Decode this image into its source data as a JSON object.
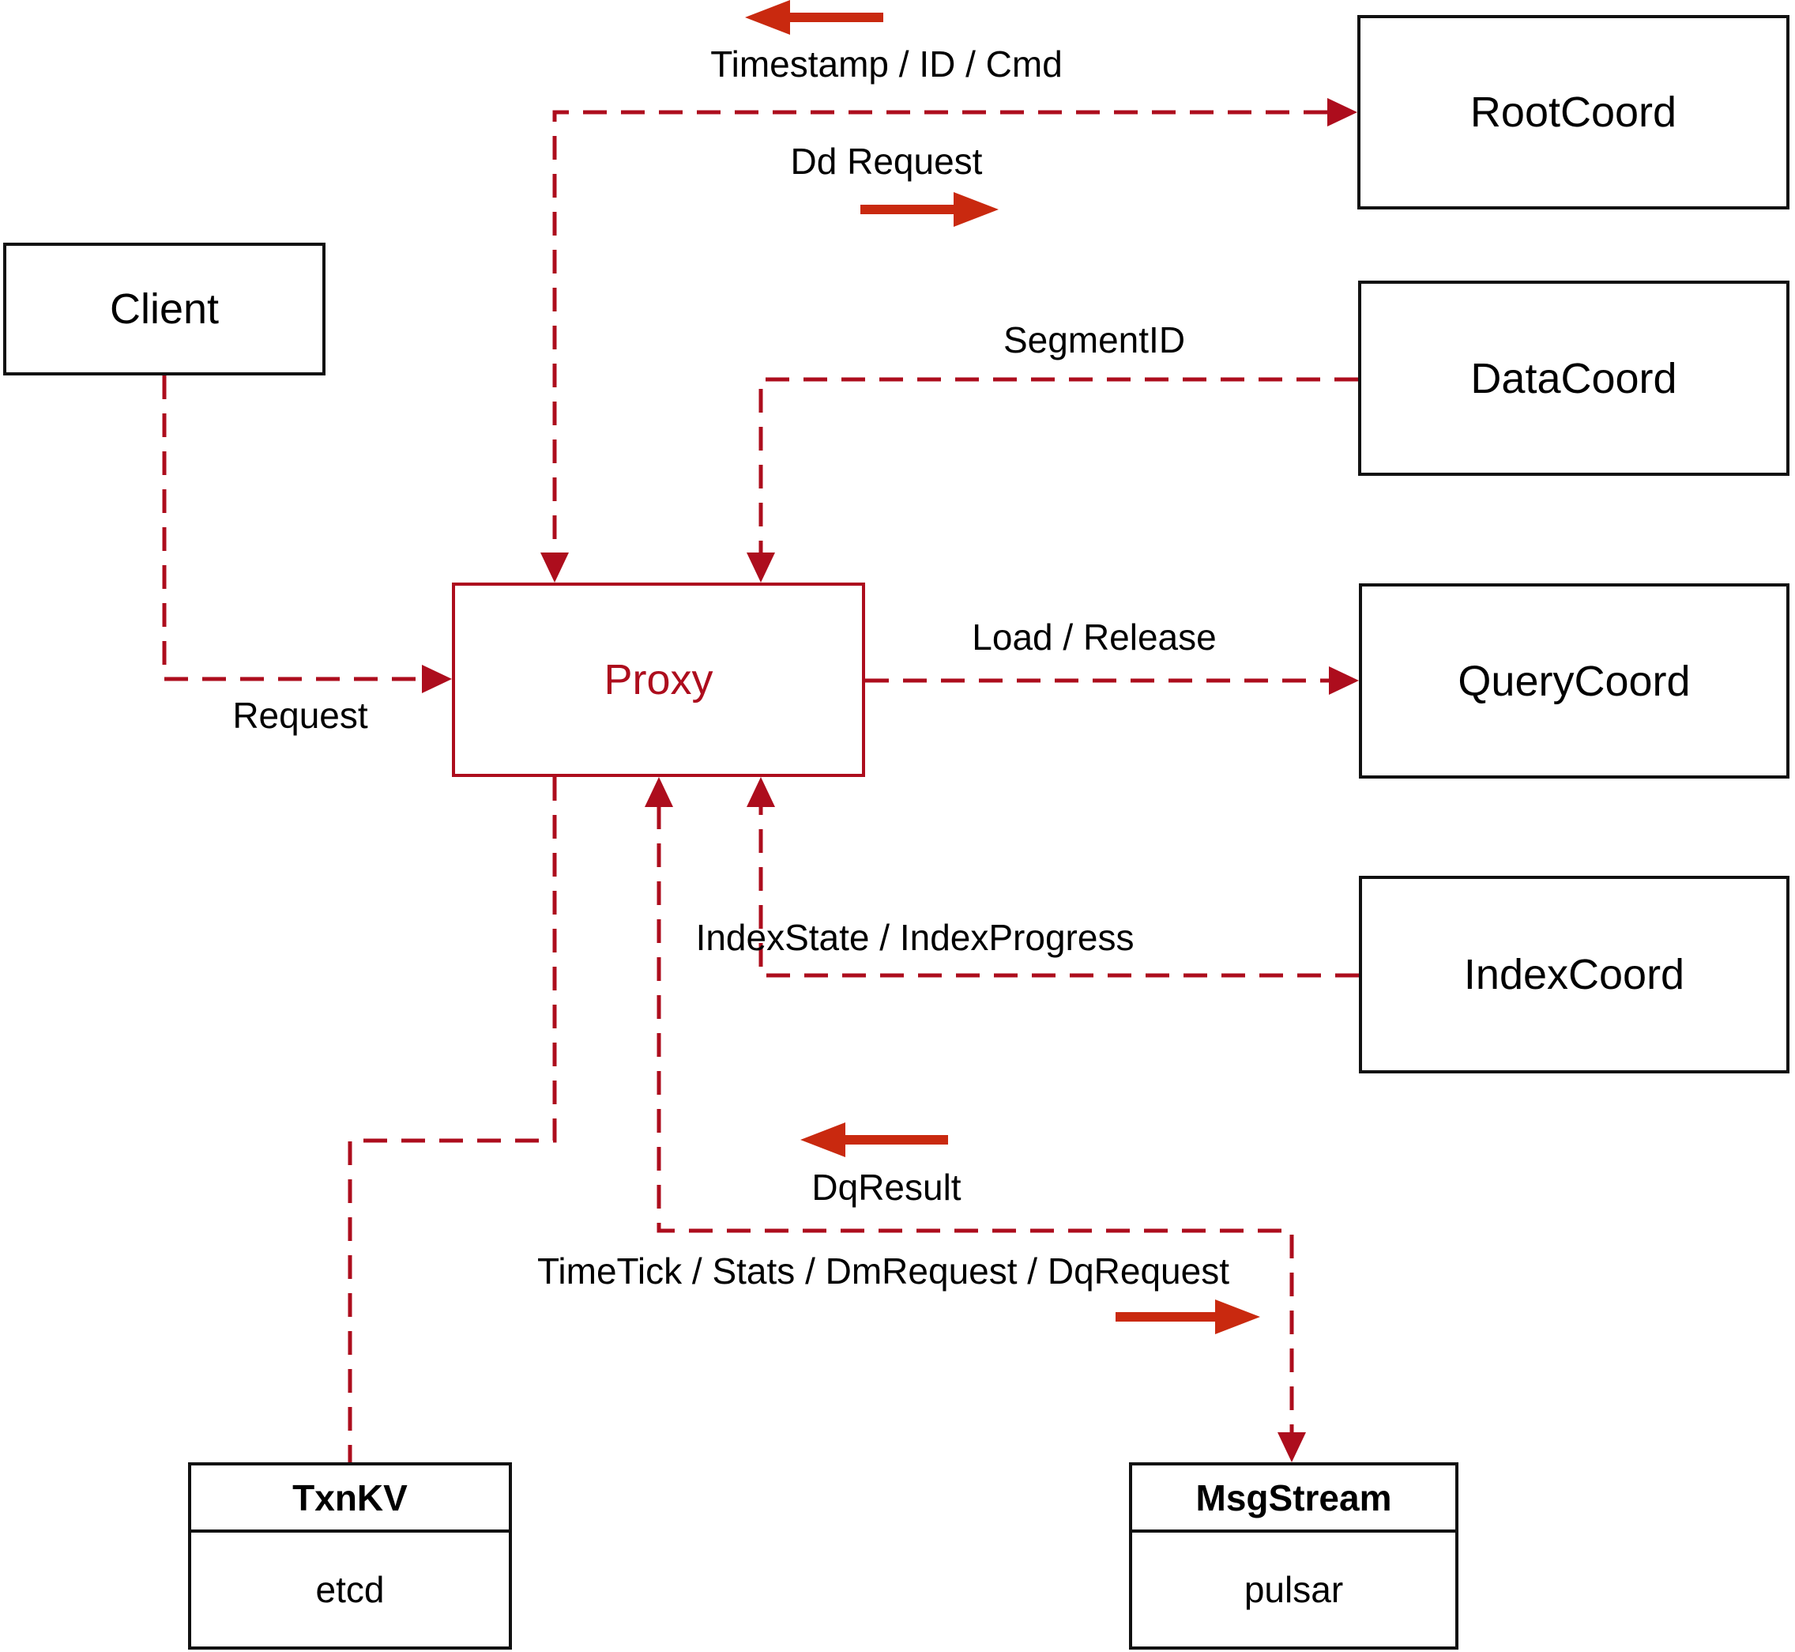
{
  "nodes": {
    "client": {
      "label": "Client"
    },
    "proxy": {
      "label": "Proxy"
    },
    "rootcoord": {
      "label": "RootCoord"
    },
    "datacoord": {
      "label": "DataCoord"
    },
    "querycoord": {
      "label": "QueryCoord"
    },
    "indexcoord": {
      "label": "IndexCoord"
    },
    "txnkv": {
      "title": "TxnKV",
      "impl": "etcd"
    },
    "msgstream": {
      "title": "MsgStream",
      "impl": "pulsar"
    }
  },
  "edge_labels": {
    "timestamp": "Timestamp / ID / Cmd",
    "dd_request": "Dd Request",
    "segment_id": "SegmentID",
    "load_release": "Load / Release",
    "index_state": "IndexState / IndexProgress",
    "dq_result": "DqResult",
    "timetick": "TimeTick / Stats / DmRequest / DqRequest",
    "request": "Request"
  },
  "colors": {
    "dashed_line": "#ad0d1d",
    "solid_arrow": "#c9290f",
    "box_border": "#111111",
    "proxy_accent": "#ad0d1d"
  }
}
